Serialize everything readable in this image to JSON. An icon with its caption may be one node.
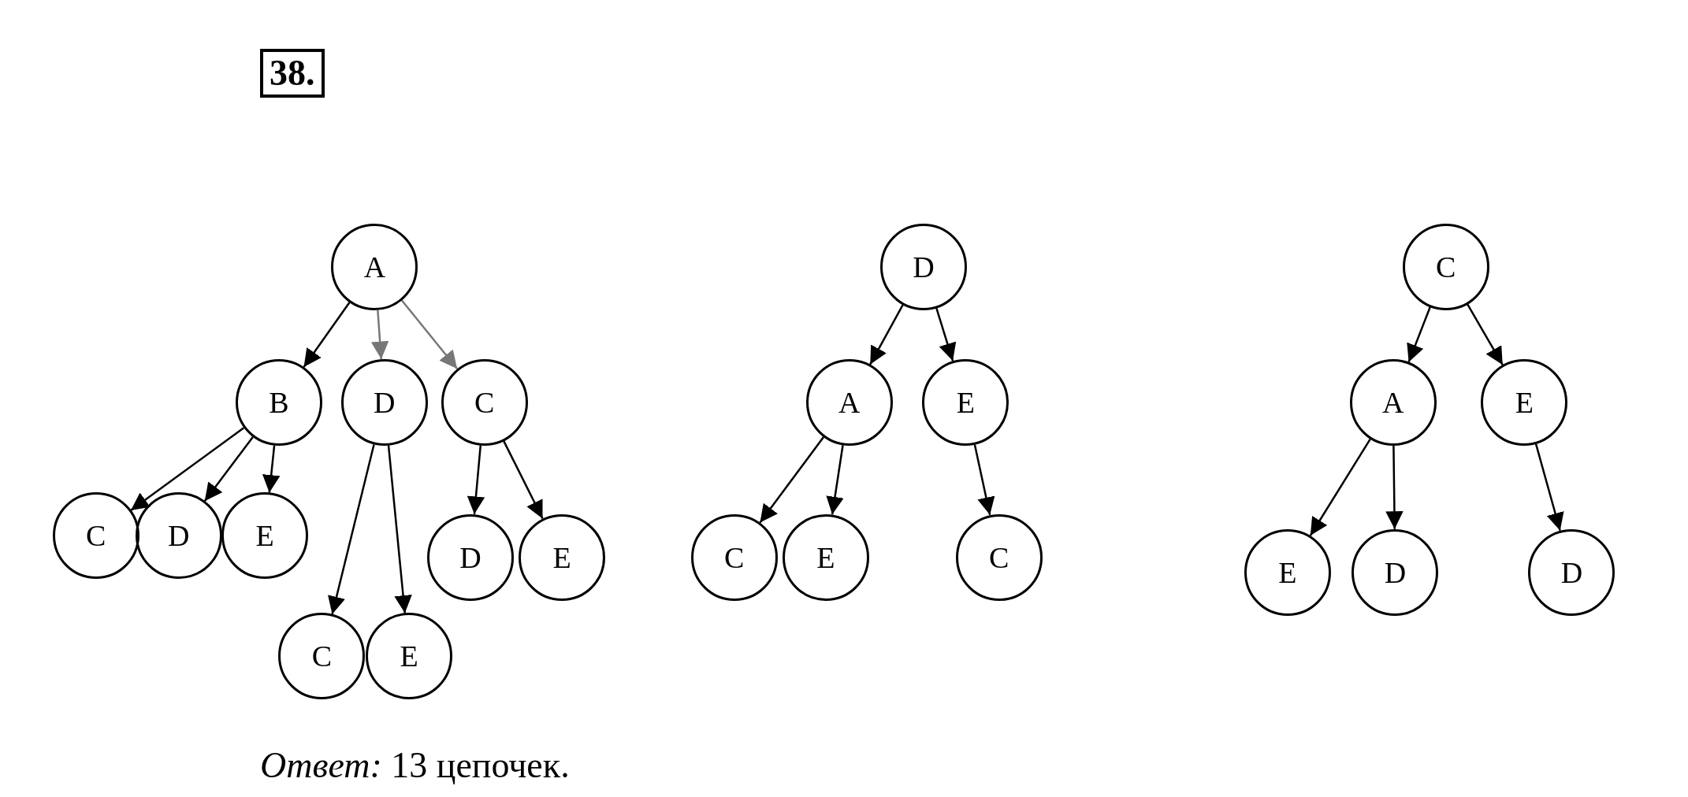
{
  "diagram": {
    "title": "38.",
    "caption": "*Ответ:* 13 цепочек.",
    "nodes": [
      {
        "text": [
          "A"
        ]
      },
      {
        "text": [
          "B"
        ]
      },
      {
        "text": [
          "D"
        ]
      },
      {
        "text": [
          "C"
        ]
      },
      {
        "text": [
          "C"
        ]
      },
      {
        "text": [
          "D"
        ]
      },
      {
        "text": [
          "E"
        ]
      },
      {
        "text": [
          "C"
        ]
      },
      {
        "text": [
          "E"
        ]
      },
      {
        "text": [
          "D"
        ]
      },
      {
        "text": [
          "E"
        ]
      },
      {
        "text": [
          "D"
        ]
      },
      {
        "text": [
          "A"
        ]
      },
      {
        "text": [
          "E"
        ]
      },
      {
        "text": [
          "C"
        ]
      },
      {
        "text": [
          "E"
        ]
      },
      {
        "text": [
          "C"
        ]
      },
      {
        "text": [
          "C"
        ]
      },
      {
        "text": [
          "A"
        ]
      },
      {
        "text": [
          "E"
        ]
      },
      {
        "text": [
          "E"
        ]
      },
      {
        "text": [
          "D"
        ]
      },
      {
        "text": [
          "D"
        ]
      }
    ],
    "edges": [
      {
        "from": 0,
        "to": 1,
        "arrow": "to"
      },
      {
        "from": 0,
        "to": 2,
        "arrow": "to",
        "color": "#777777"
      },
      {
        "from": 0,
        "to": 3,
        "arrow": "to",
        "color": "#777777"
      },
      {
        "from": 1,
        "to": 4,
        "arrow": "to"
      },
      {
        "from": 1,
        "to": 5,
        "arrow": "to"
      },
      {
        "from": 1,
        "to": 6,
        "arrow": "to"
      },
      {
        "from": 2,
        "to": 7,
        "arrow": "to"
      },
      {
        "from": 2,
        "to": 8,
        "arrow": "to"
      },
      {
        "from": 3,
        "to": 9,
        "arrow": "to"
      },
      {
        "from": 3,
        "to": 10,
        "arrow": "to"
      },
      {
        "from": 11,
        "to": 12,
        "arrow": "to"
      },
      {
        "from": 11,
        "to": 13,
        "arrow": "to"
      },
      {
        "from": 12,
        "to": 14,
        "arrow": "to"
      },
      {
        "from": 12,
        "to": 15,
        "arrow": "to"
      },
      {
        "from": 13,
        "to": 16,
        "arrow": "to"
      },
      {
        "from": 17,
        "to": 18,
        "arrow": "to"
      },
      {
        "from": 17,
        "to": 19,
        "arrow": "to"
      },
      {
        "from": 18,
        "to": 20,
        "arrow": "to"
      },
      {
        "from": 18,
        "to": 21,
        "arrow": "to"
      },
      {
        "from": 19,
        "to": 22,
        "arrow": "to"
      }
    ]
  }
}
